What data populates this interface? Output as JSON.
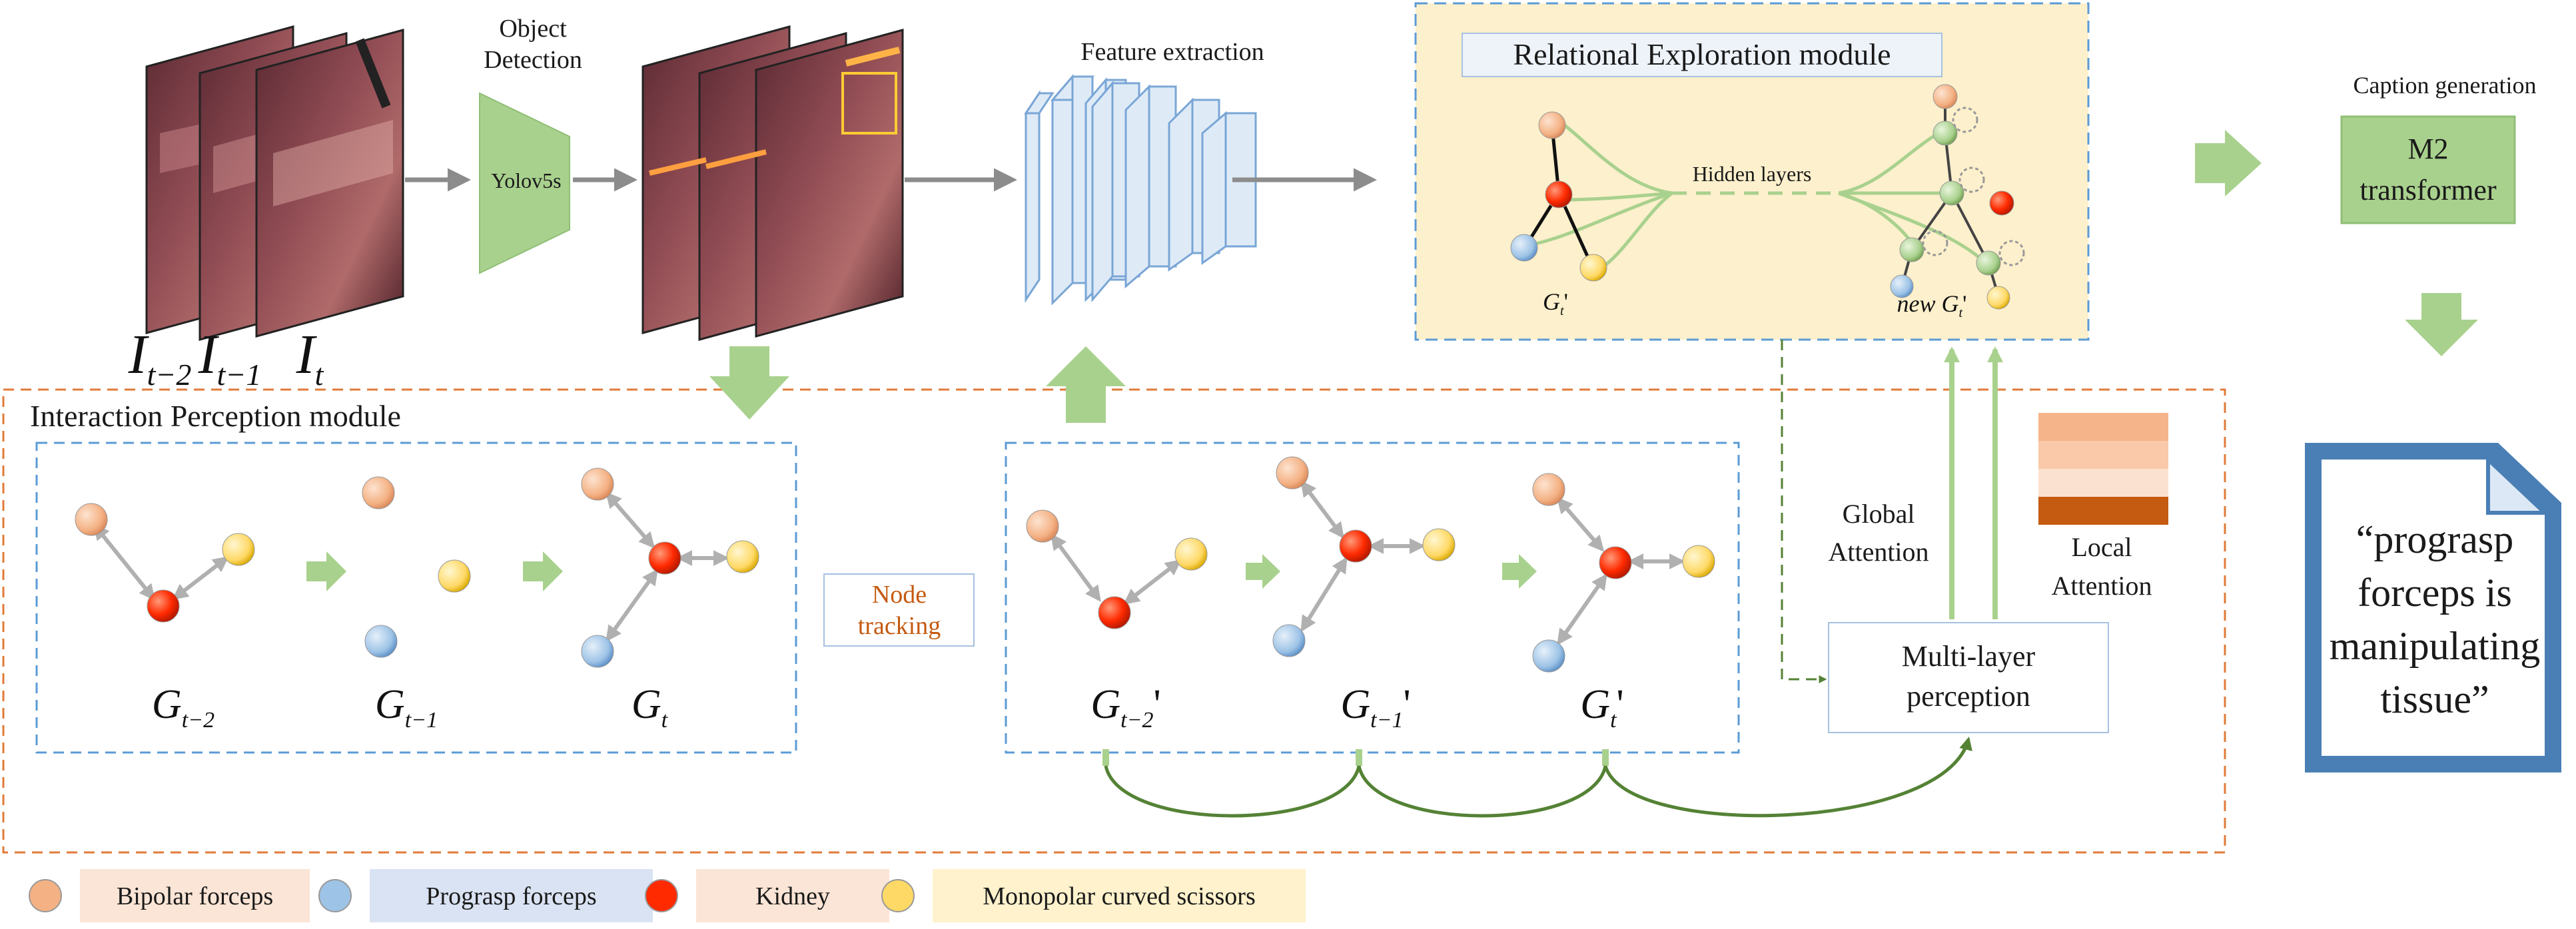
{
  "stages": {
    "object_detection_title": [
      "Object",
      "Detection"
    ],
    "detector_label": "Yolov5s",
    "feature_extraction_title": "Feature extraction",
    "caption_generation_title": "Caption generation",
    "m2_label": [
      "M2",
      "transformer"
    ]
  },
  "frames": {
    "labels": [
      {
        "base": "I",
        "sub": "t−2"
      },
      {
        "base": "I",
        "sub": "t−1"
      },
      {
        "base": "I",
        "sub": "t"
      }
    ]
  },
  "relational_module": {
    "title": "Relational Exploration module",
    "hidden_layers": "Hidden layers",
    "left_graph_label": {
      "base": "G",
      "sub": "t",
      "suffix": "'"
    },
    "right_graph_label": {
      "prefix": "new",
      "base": "G",
      "sub": "t",
      "suffix": "'"
    }
  },
  "interaction_module": {
    "title": "Interaction Perception module",
    "graph_labels": [
      {
        "base": "G",
        "sub": "t−2"
      },
      {
        "base": "G",
        "sub": "t−1"
      },
      {
        "base": "G",
        "sub": "t"
      }
    ],
    "tracked_labels": [
      {
        "base": "G",
        "sub": "t−2",
        "suffix": "'"
      },
      {
        "base": "G",
        "sub": "t−1",
        "suffix": "'"
      },
      {
        "base": "G",
        "sub": "t",
        "suffix": "'"
      }
    ],
    "node_tracking": [
      "Node",
      "tracking"
    ]
  },
  "attention": {
    "global": [
      "Global",
      "Attention"
    ],
    "local": [
      "Local",
      "Attention"
    ],
    "local_bar_colors": [
      "#f6b48b",
      "#f9c9a9",
      "#fbe1cf",
      "#c55a11"
    ]
  },
  "mlp_label": [
    "Multi-layer",
    "perception"
  ],
  "caption": {
    "text": [
      "“prograsp",
      "forceps is",
      "manipulating",
      "tissue”"
    ]
  },
  "legend": [
    {
      "label": "Bipolar forceps",
      "node_color": "#f4b183",
      "bg": "#fbe5d6"
    },
    {
      "label": "Prograsp forceps",
      "node_color": "#9dc3e6",
      "bg": "#dae3f3"
    },
    {
      "label": "Kidney",
      "node_color": "#ff2a00",
      "bg": "#fbe5d6"
    },
    {
      "label": "Monopolar curved scissors",
      "node_color": "#ffd966",
      "bg": "#fff2cc"
    }
  ],
  "colors": {
    "green_arrow": "#a9d18e",
    "blue_dashed": "#5b9bd5",
    "orange_dashed": "#e07b39",
    "yellow_panel": "#fdf0cc",
    "dark_green_arc": "#548235",
    "caption_border": "#4a7fb5"
  }
}
